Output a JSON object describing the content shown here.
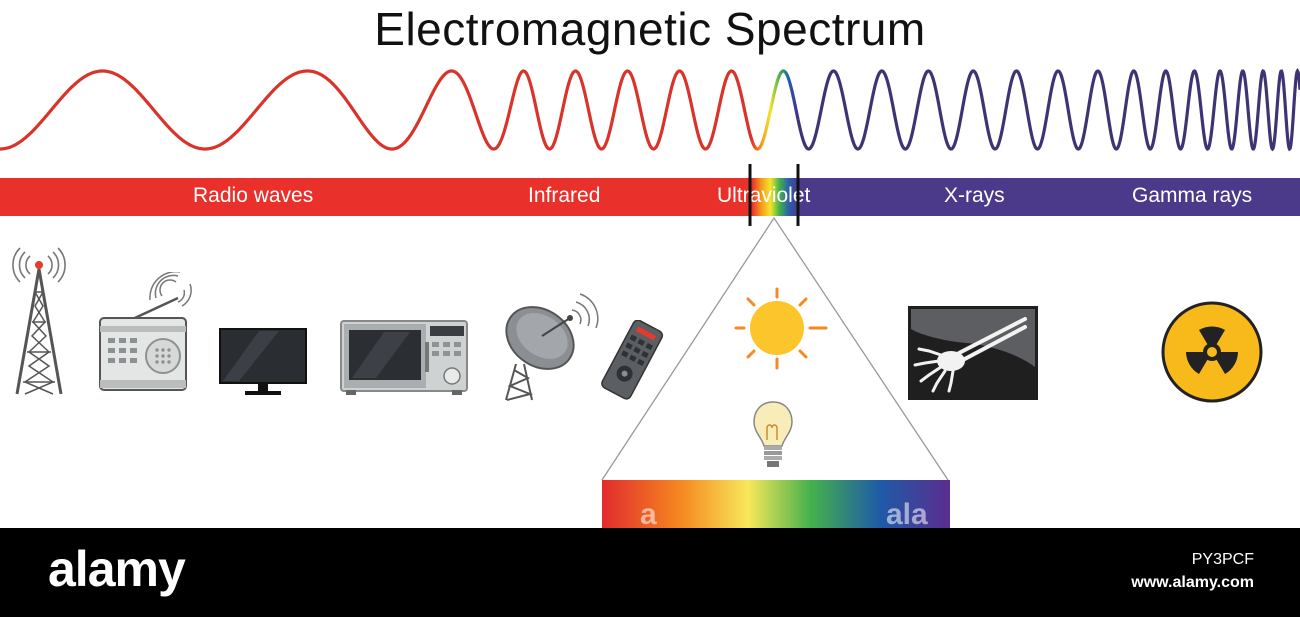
{
  "title": "Electromagnetic Spectrum",
  "bands": [
    {
      "label": "Radio waves"
    },
    {
      "label": "Infrared"
    },
    {
      "label": "Ultraviolet"
    },
    {
      "label": "X-rays"
    },
    {
      "label": "Gamma rays"
    }
  ],
  "colors": {
    "radio": "#e9302a",
    "ionizing": "#4b3a8a",
    "wave_red": "#d9342b",
    "wave_purple": "#3f3473",
    "sun": "#fcc52c",
    "sun_rays": "#f58a24",
    "radiation": "#f8ba1a"
  },
  "icons": [
    "radio-tower-icon",
    "radio-icon",
    "television-icon",
    "microwave-icon",
    "satellite-dish-icon",
    "remote-control-icon",
    "sun-icon",
    "light-bulb-icon",
    "x-ray-hand-icon",
    "radiation-symbol-icon"
  ],
  "footer": {
    "brand": "alamy",
    "image_id": "PY3PCF",
    "site": "www.alamy.com",
    "watermark_left": "a",
    "watermark_right": "ala"
  }
}
